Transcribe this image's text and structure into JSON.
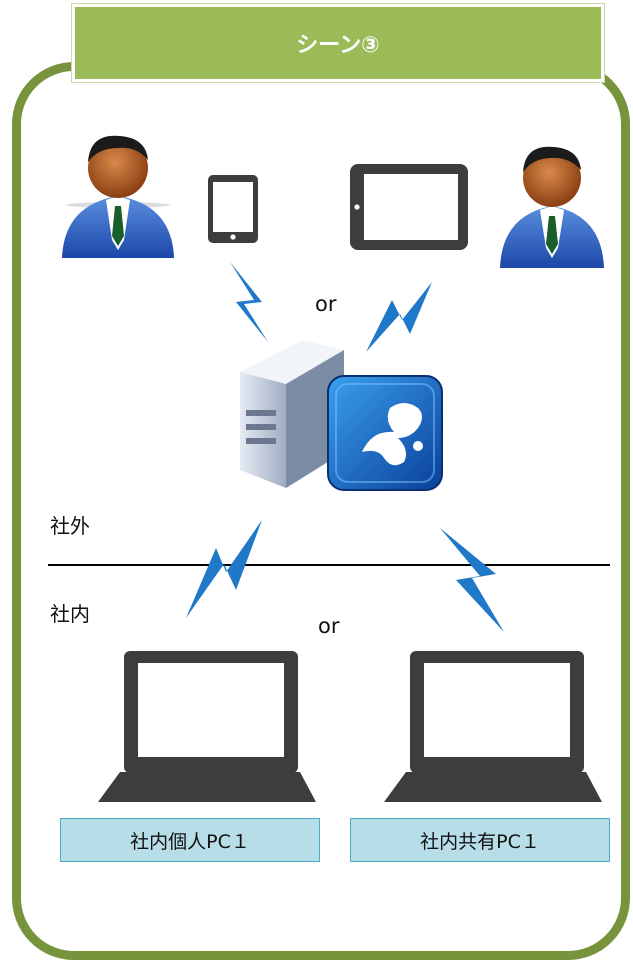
{
  "header": {
    "title": "シーン③"
  },
  "labels": {
    "or_top": "or",
    "or_bottom": "or",
    "outside": "社外",
    "inside": "社内"
  },
  "pcs": {
    "left_label": "社内個人PC１",
    "right_label": "社内共有PC１"
  },
  "colors": {
    "frame": "#77933c",
    "title_fill": "#9bbb59",
    "pc_label_fill": "#b7dde8",
    "signal": "#1f78c8"
  },
  "icons": [
    "user-icon",
    "smartphone-icon",
    "tablet-icon",
    "server-icon",
    "splashtop-app-icon",
    "laptop-icon",
    "wireless-signal-icon"
  ]
}
